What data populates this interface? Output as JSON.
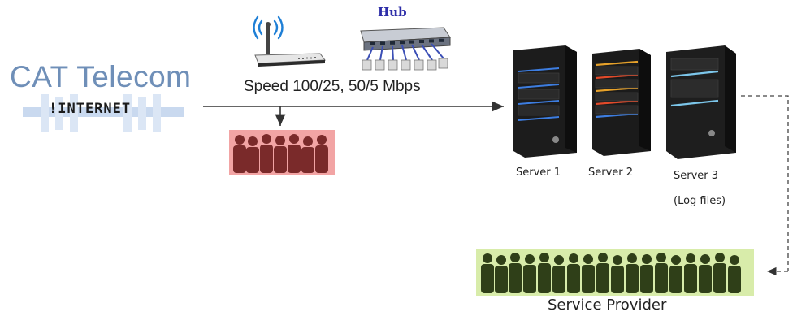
{
  "isp": {
    "name": "CAT Telecom",
    "sub_label": "!INTERNET"
  },
  "devices": {
    "router_icon": "wifi-router-icon",
    "hub_label": "Hub",
    "hub_icon": "network-hub-icon",
    "speed_label": "Speed 100/25, 50/5 Mbps"
  },
  "users_icon": "user-group-icon",
  "servers": [
    {
      "label": "Server 1"
    },
    {
      "label": "Server 2"
    },
    {
      "label": "Server 3",
      "sub": "(Log files)"
    }
  ],
  "provider": {
    "label": "Service Provider",
    "icon": "user-group-icon"
  },
  "colors": {
    "isp_text": "#6f8fb8",
    "hub_text": "#2d2da8",
    "users_bg": "#f2a4a4",
    "users_fg": "#7a2a2a",
    "provider_bg": "#d8ecaa",
    "provider_fg": "#2f3f18",
    "arrow": "#333333"
  }
}
